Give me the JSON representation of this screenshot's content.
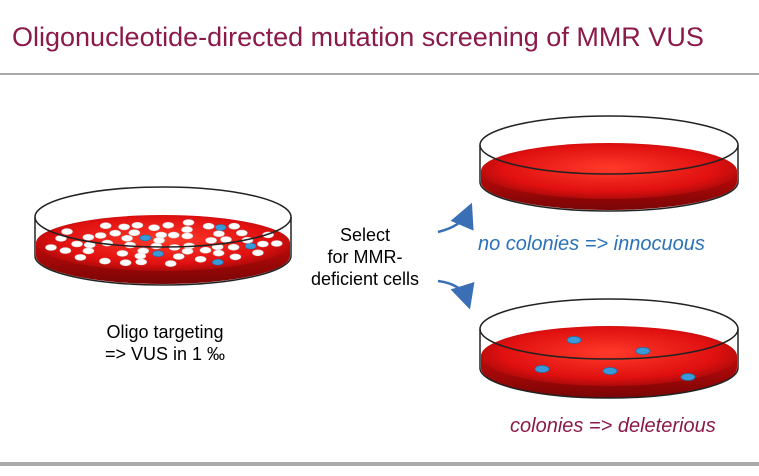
{
  "title": "Oligonucleotide-directed mutation screening of MMR VUS",
  "left_caption": {
    "line1": "Oligo targeting",
    "line2": "=> VUS in 1 ‰"
  },
  "middle_caption": {
    "line1": "Select",
    "line2": "for MMR-",
    "line3": "deficient cells"
  },
  "outcome_top": "no colonies => innocuous",
  "outcome_bottom": "colonies => deleterious",
  "colors": {
    "title": "#8b1a4a",
    "innocuous_text": "#2b72b8",
    "deleterious_text": "#8b1a4a",
    "medium_red": "#e01010",
    "colony_blue": "#3a9ad9",
    "arrow": "#3a6fb5"
  }
}
